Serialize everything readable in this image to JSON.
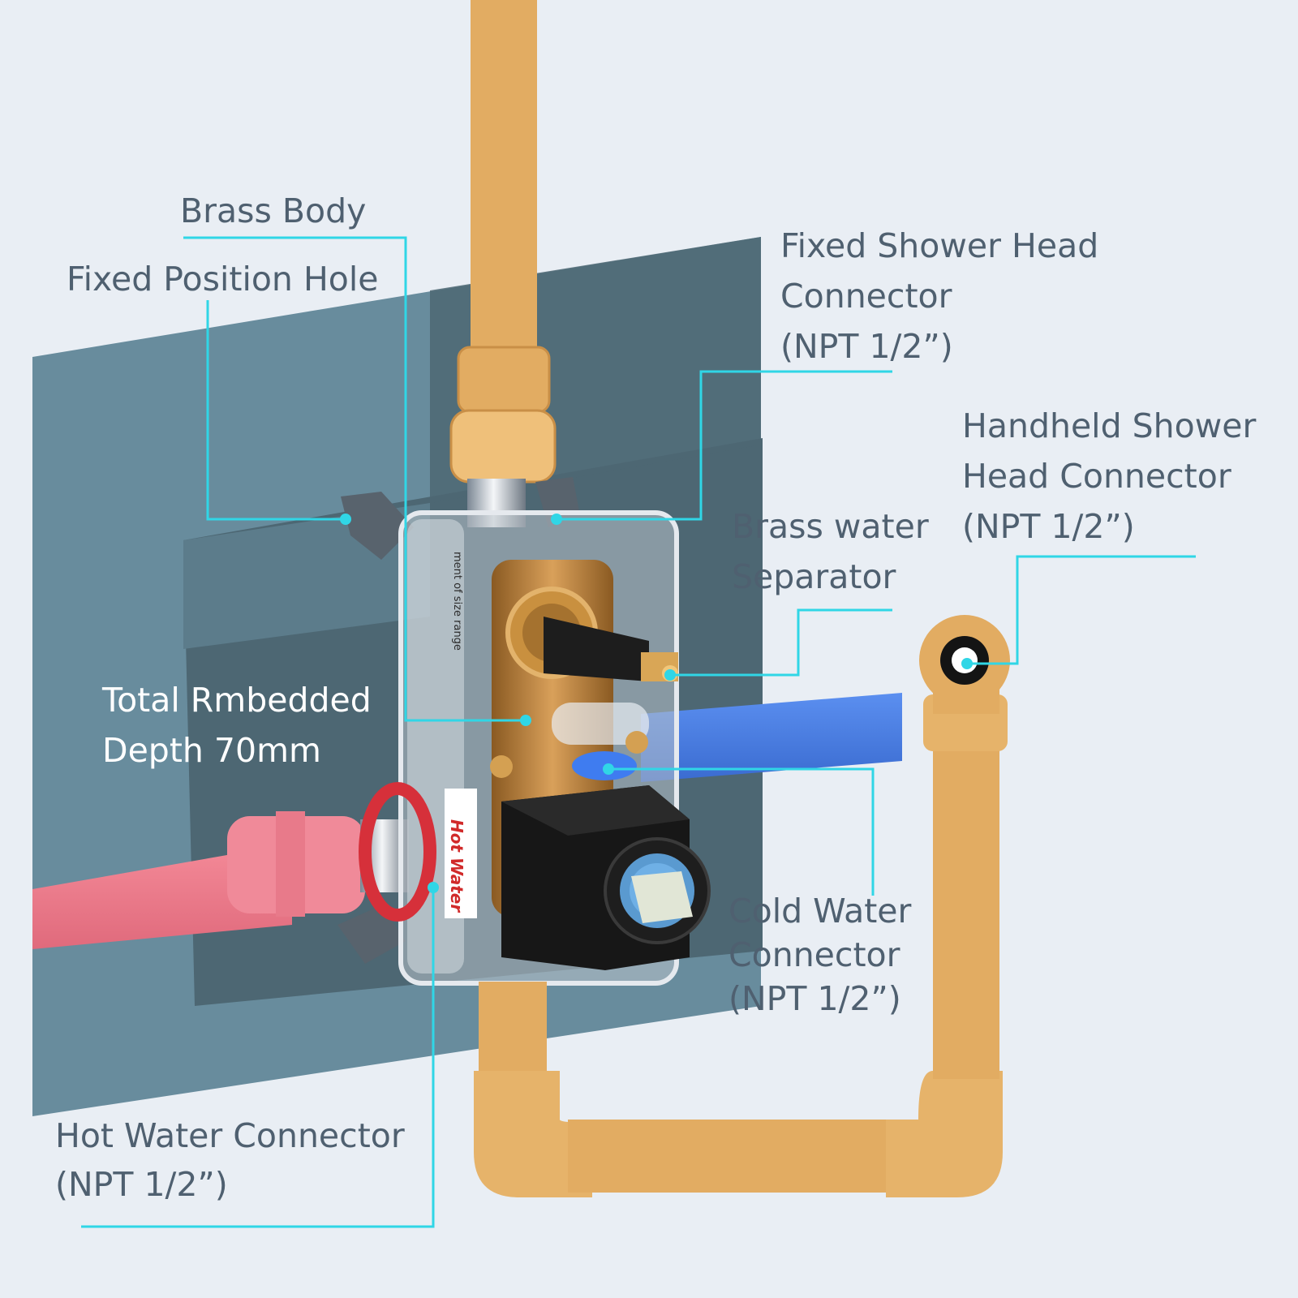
{
  "labels": {
    "brass_body": {
      "lines": [
        "Brass Body"
      ]
    },
    "fixed_position_hole": {
      "lines": [
        "Fixed Position Hole"
      ]
    },
    "fixed_shower_head": {
      "lines": [
        "Fixed Shower Head",
        "Connector",
        "(NPT 1/2”)"
      ]
    },
    "handheld_shower": {
      "lines": [
        "Handheld Shower",
        "Head Connector",
        "(NPT 1/2”)"
      ]
    },
    "brass_separator": {
      "lines": [
        "Brass water",
        "Separator"
      ]
    },
    "embedded_depth": {
      "lines": [
        "Total Rmbedded",
        "Depth 70mm"
      ]
    },
    "cold_water": {
      "lines": [
        "Cold Water",
        "Connector",
        "(NPT 1/2”)"
      ]
    },
    "hot_water": {
      "lines": [
        "Hot Water Connector",
        "(NPT 1/2”)"
      ]
    }
  },
  "box_text": {
    "hot_water_tag": "Hot Water",
    "size_range": "ment of size range"
  },
  "colors": {
    "background": "#e9eef4",
    "wall": "#688c9d",
    "wall_recess": "#4d6773",
    "pipe_orange": "#e2ac62",
    "pipe_red": "#ef7f8e",
    "pipe_blue": "#4d7fe0",
    "leader_line": "#30d6e6",
    "text": "#4f6070"
  },
  "icons": {
    "valve_body": "thermostatic-valve-icon",
    "cartridge": "brass-cartridge-icon"
  }
}
